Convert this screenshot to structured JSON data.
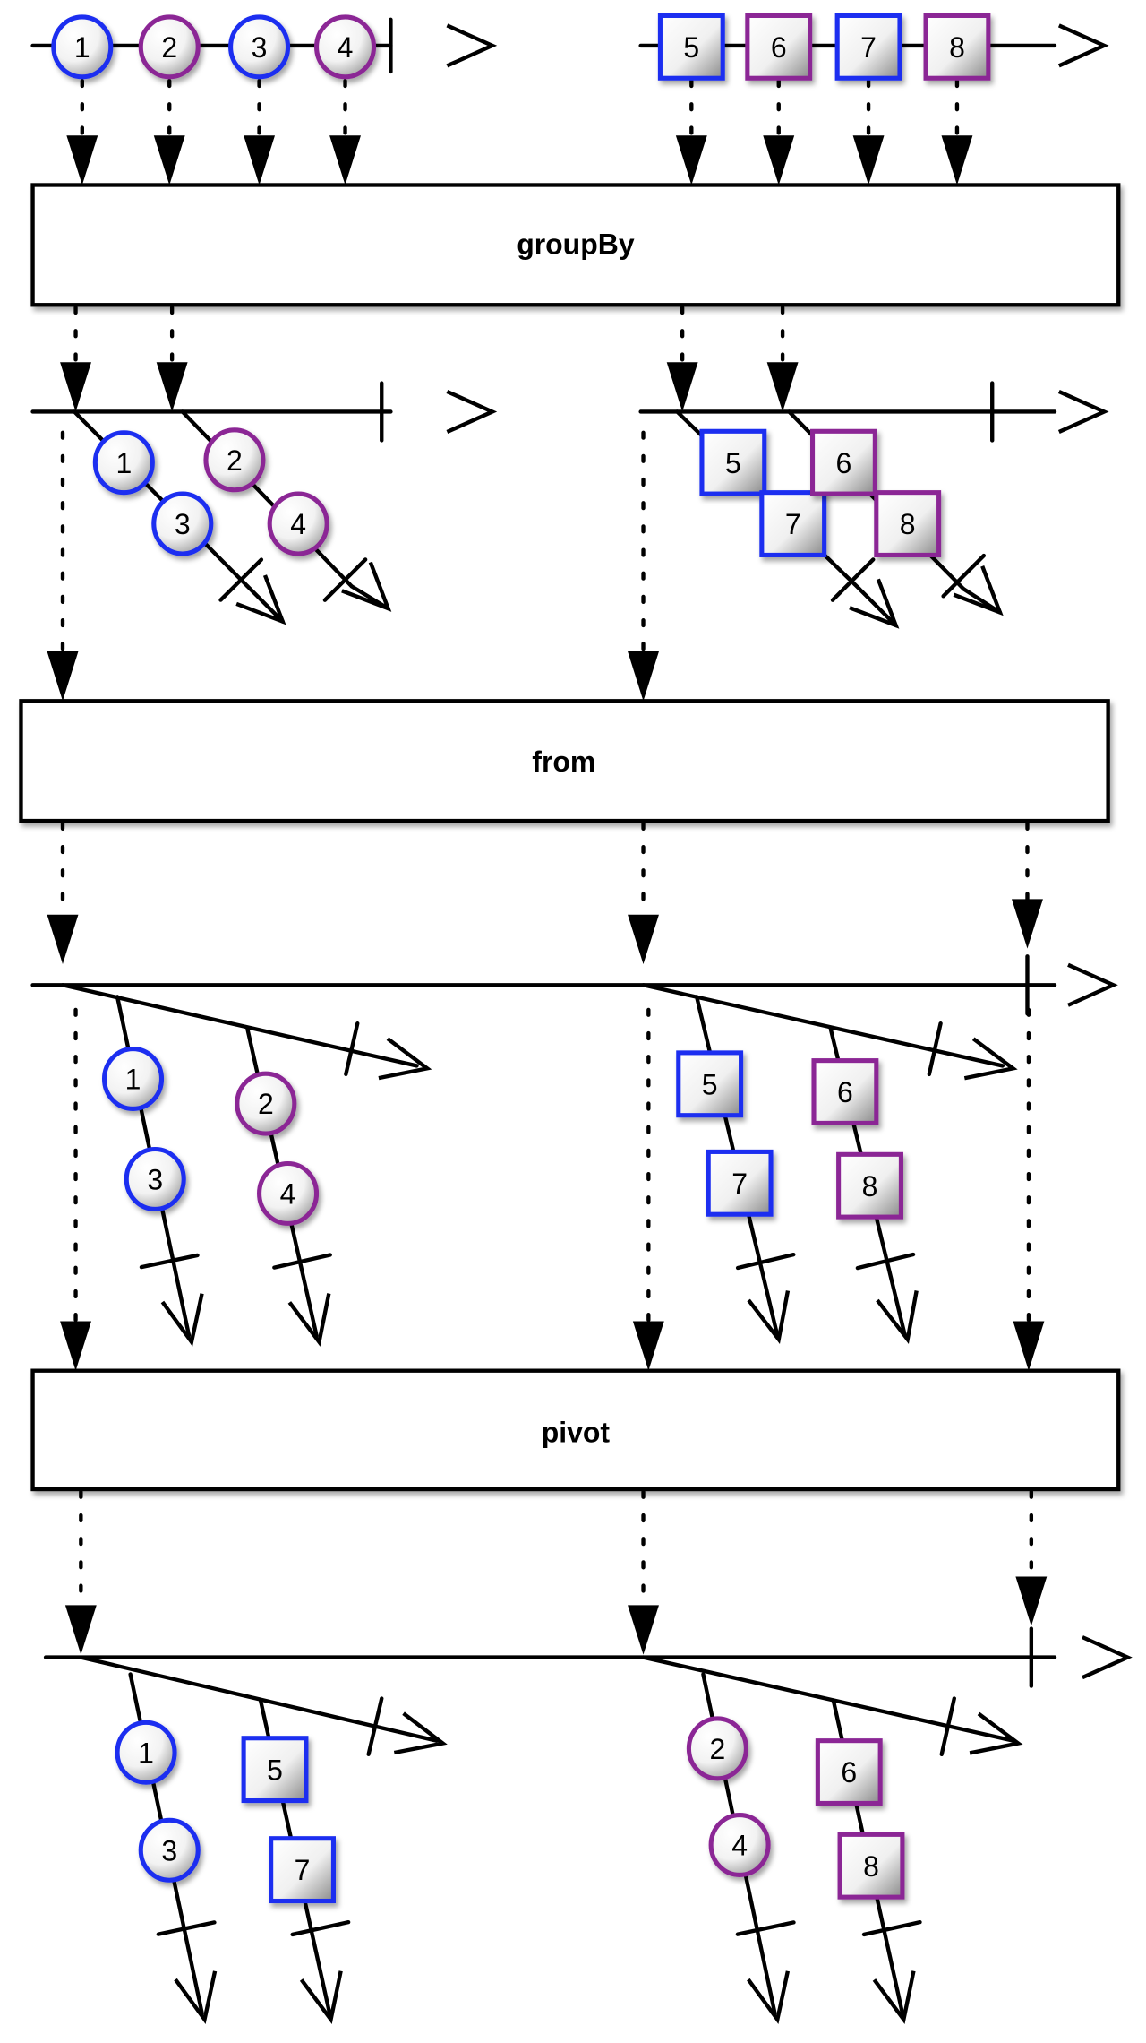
{
  "colors": {
    "blue": "#1a2ef0",
    "purple": "#8b2595",
    "line": "#000000"
  },
  "operators": [
    {
      "id": "groupBy",
      "label": "groupBy"
    },
    {
      "id": "from",
      "label": "from"
    },
    {
      "id": "pivot",
      "label": "pivot"
    }
  ],
  "inputs": {
    "circles": [
      {
        "label": "1",
        "group": "blue"
      },
      {
        "label": "2",
        "group": "purple"
      },
      {
        "label": "3",
        "group": "blue"
      },
      {
        "label": "4",
        "group": "purple"
      }
    ],
    "squares": [
      {
        "label": "5",
        "group": "blue"
      },
      {
        "label": "6",
        "group": "purple"
      },
      {
        "label": "7",
        "group": "blue"
      },
      {
        "label": "8",
        "group": "purple"
      }
    ]
  }
}
